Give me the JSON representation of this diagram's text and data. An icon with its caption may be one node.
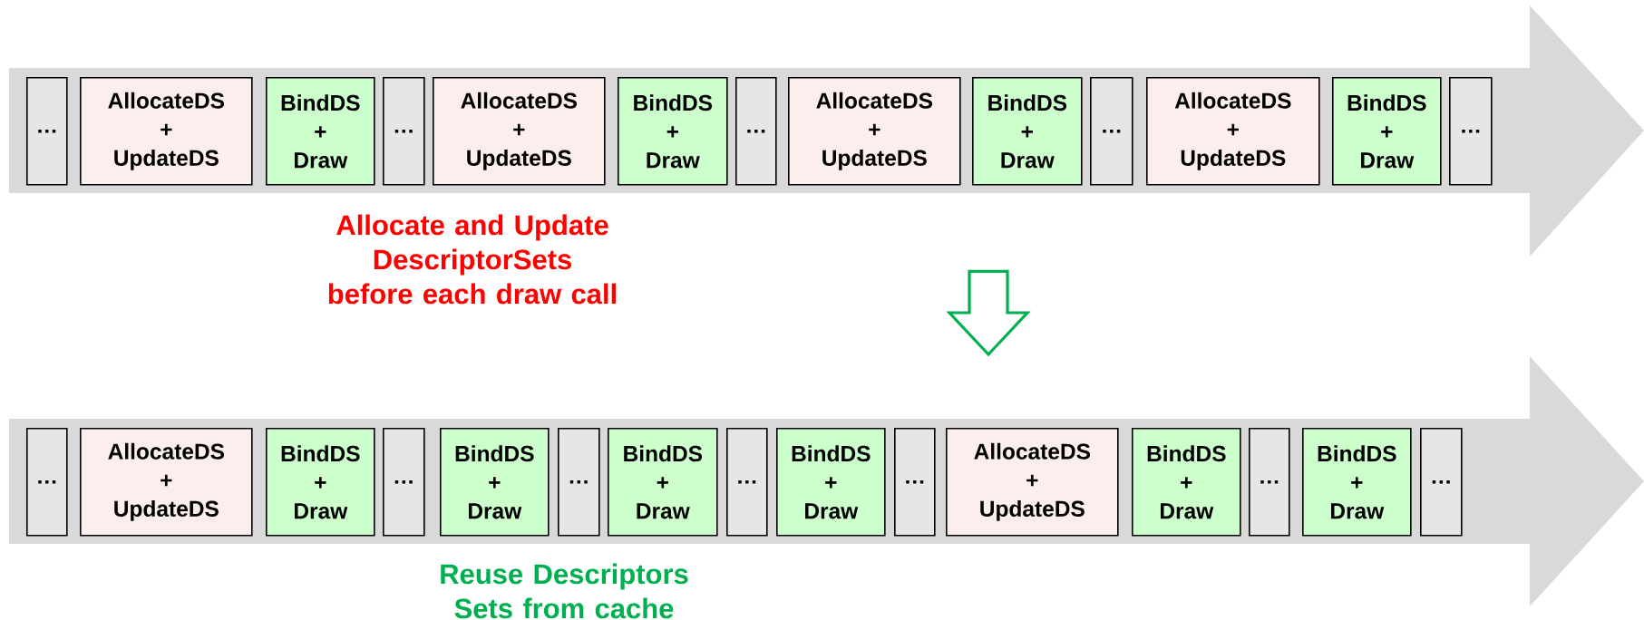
{
  "diagram": {
    "nodes": [
      {
        "text": [],
        "shape": "arrow",
        "beside": [
          "Allocate and Update DescriptorSets before each draw call"
        ]
      },
      {
        "text": [
          "…"
        ],
        "in": 0
      },
      {
        "text": [
          "AllocateDS + UpdateDS"
        ],
        "in": 0
      },
      {
        "text": [
          "BindDS + Draw"
        ],
        "in": 0
      },
      {
        "text": [
          "…"
        ],
        "in": 0
      },
      {
        "text": [
          "AllocateDS + UpdateDS"
        ],
        "in": 0
      },
      {
        "text": [
          "BindDS + Draw"
        ],
        "in": 0
      },
      {
        "text": [
          "…"
        ],
        "in": 0
      },
      {
        "text": [
          "AllocateDS + UpdateDS"
        ],
        "in": 0
      },
      {
        "text": [
          "BindDS + Draw"
        ],
        "in": 0
      },
      {
        "text": [
          "…"
        ],
        "in": 0
      },
      {
        "text": [
          "AllocateDS + UpdateDS"
        ],
        "in": 0
      },
      {
        "text": [
          "BindDS + Draw"
        ],
        "in": 0
      },
      {
        "text": [
          "…"
        ],
        "in": 0
      },
      {
        "text": [],
        "shape": "arrow",
        "beside": [
          "Reuse Descriptors Sets from cache"
        ]
      },
      {
        "text": [
          "…"
        ],
        "in": 14
      },
      {
        "text": [
          "AllocateDS + UpdateDS"
        ],
        "in": 14
      },
      {
        "text": [
          "BindDS + Draw"
        ],
        "in": 14
      },
      {
        "text": [
          "…"
        ],
        "in": 14
      },
      {
        "text": [
          "BindDS + Draw"
        ],
        "in": 14
      },
      {
        "text": [
          "…"
        ],
        "in": 14
      },
      {
        "text": [
          "BindDS + Draw"
        ],
        "in": 14
      },
      {
        "text": [
          "…"
        ],
        "in": 14
      },
      {
        "text": [
          "BindDS + Draw"
        ],
        "in": 14
      },
      {
        "text": [
          "…"
        ],
        "in": 14
      },
      {
        "text": [
          "AllocateDS + UpdateDS"
        ],
        "in": 14
      },
      {
        "text": [
          "BindDS + Draw"
        ],
        "in": 14
      },
      {
        "text": [
          "…"
        ],
        "in": 14
      },
      {
        "text": [
          "BindDS + Draw"
        ],
        "in": 14
      },
      {
        "text": [
          "…"
        ],
        "in": 14
      }
    ],
    "edges": [
      {
        "from": 0,
        "to": 14,
        "arrow": "to",
        "color": "#00b050"
      }
    ]
  }
}
